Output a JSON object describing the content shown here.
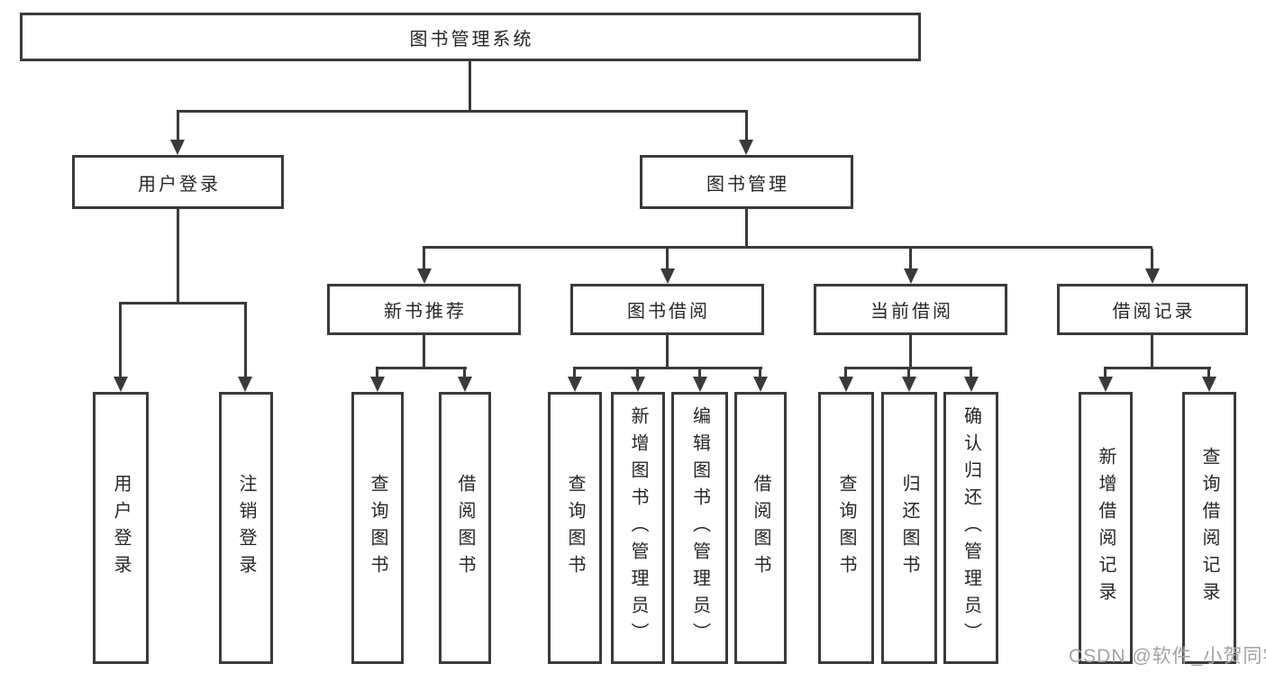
{
  "diagram": {
    "title": "图书管理系统",
    "branches": [
      {
        "label": "用户登录",
        "children": [
          {
            "label": "用户登录"
          },
          {
            "label": "注销登录"
          }
        ]
      },
      {
        "label": "图书管理",
        "children": [
          {
            "label": "新书推荐",
            "children": [
              {
                "label": "查询图书"
              },
              {
                "label": "借阅图书"
              }
            ]
          },
          {
            "label": "图书借阅",
            "children": [
              {
                "label": "查询图书"
              },
              {
                "label": "新增图书（管理员）"
              },
              {
                "label": "编辑图书（管理员）"
              },
              {
                "label": "借阅图书"
              }
            ]
          },
          {
            "label": "当前借阅",
            "children": [
              {
                "label": "查询图书"
              },
              {
                "label": "归还图书"
              },
              {
                "label": "确认归还（管理员）"
              }
            ]
          },
          {
            "label": "借阅记录",
            "children": [
              {
                "label": "新增借阅记录"
              },
              {
                "label": "查询借阅记录"
              }
            ]
          }
        ]
      }
    ]
  },
  "watermark": {
    "text": "CSDN @软件_小贺同学"
  },
  "colors": {
    "line": "#3a3a3a",
    "text": "#262626",
    "watermark": "#a3a3a3",
    "background": "#ffffff"
  }
}
